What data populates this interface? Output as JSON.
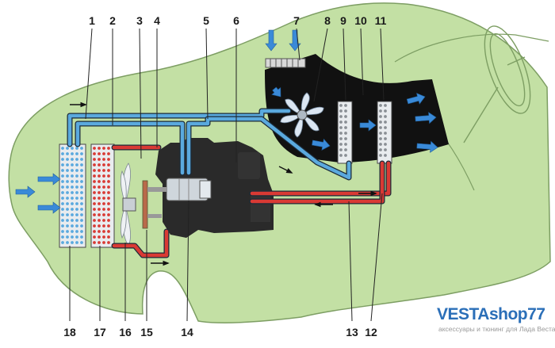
{
  "labels": {
    "top": [
      "1",
      "2",
      "3",
      "4",
      "5",
      "6",
      "7",
      "8",
      "9",
      "10",
      "11"
    ],
    "bottom": [
      "18",
      "17",
      "16",
      "15",
      "14",
      "13",
      "12"
    ]
  },
  "colors": {
    "body_fill": "#c3e0a4",
    "body_outline": "#7d9e63",
    "cold_pipe": "#5aa9de",
    "hot_pipe": "#d93a34",
    "duct": "#111111",
    "air_arrow": "#3a8ad8",
    "engine": "#2a2a2a"
  },
  "watermark": {
    "brand": "VESTAshop77",
    "tagline": "аксессуары и тюнинг для Лада Веста"
  }
}
